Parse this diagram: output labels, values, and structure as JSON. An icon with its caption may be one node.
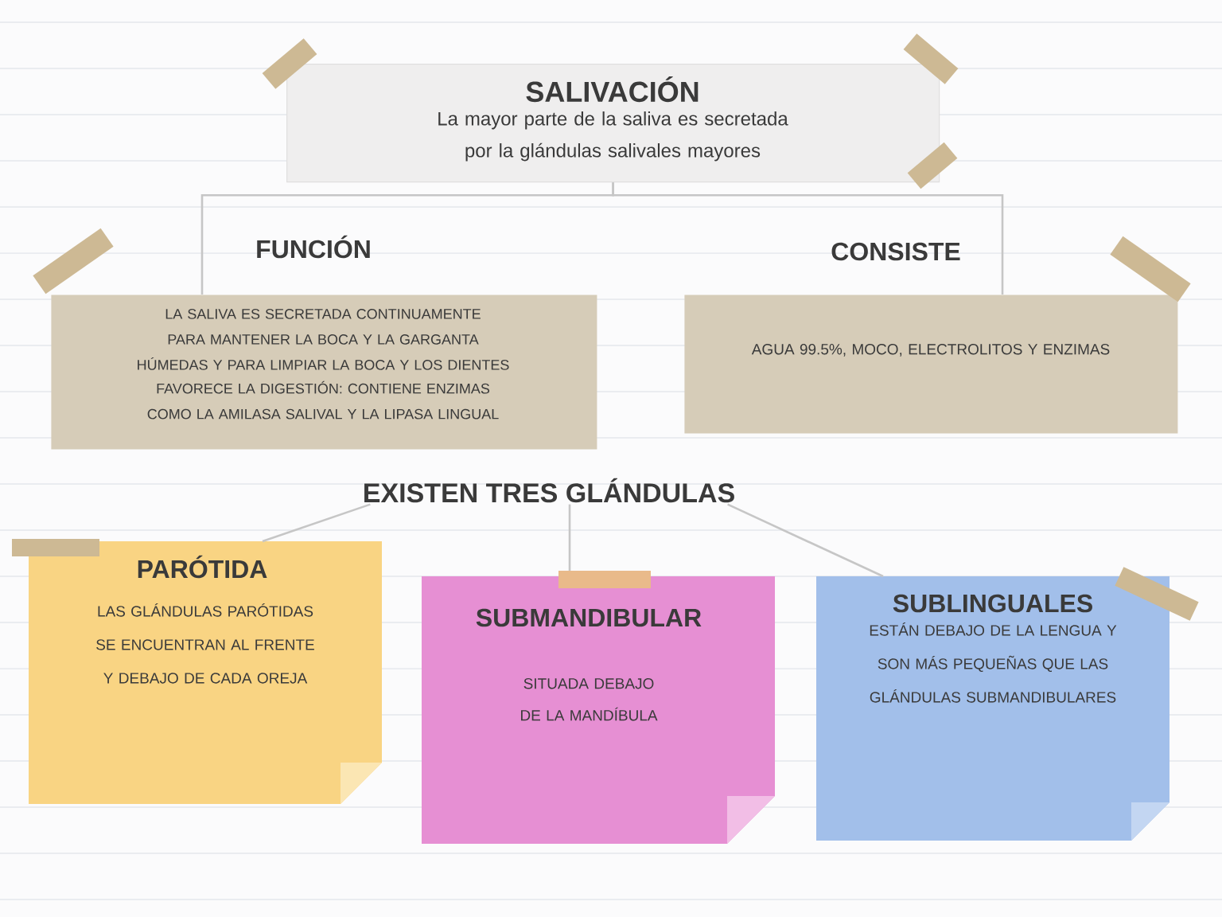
{
  "diagram": {
    "nodes": [
      {
        "text": [
          "SALIVACIÓN",
          "La mayor parte de la saliva es secretada por la glándulas salivales mayores"
        ]
      },
      {
        "text": [
          "FUNCIÓN",
          "LA SALIVA ES SECRETADA CONTINUAMENTE PARA MANTENER LA BOCA Y LA GARGANTA HÚMEDAS Y PARA LIMPIAR LA BOCA Y LOS DIENTES",
          "FAVORECE LA DIGESTIÓN: CONTIENE ENZIMAS COMO LA AMILASA SALIVAL Y LA LIPASA LINGUAL"
        ]
      },
      {
        "text": [
          "CONSISTE",
          "AGUA 99.5%, MOCO, ELECTROLITOS Y ENZIMAS"
        ]
      },
      {
        "text": [
          "EXISTEN TRES GLÁNDULAS"
        ]
      },
      {
        "text": [
          "PARÓTIDA",
          "LAS GLÁNDULAS PARÓTIDAS SE ENCUENTRAN AL FRENTE Y DEBAJO DE CADA OREJA"
        ]
      },
      {
        "text": [
          "SUBMANDIBULAR",
          "SITUADA DEBAJO DE LA MANDÍBULA"
        ]
      },
      {
        "text": [
          "SUBLINGUALES",
          "ESTÁN DEBAJO DE LA LENGUA Y SON MÁS PEQUEÑAS QUE LAS GLÁNDULAS SUBMANDIBULARES"
        ]
      }
    ],
    "edges": [
      {
        "from": 0,
        "to": 1,
        "arrow": "none"
      },
      {
        "from": 0,
        "to": 2,
        "arrow": "none"
      },
      {
        "from": 3,
        "to": 4,
        "arrow": "none"
      },
      {
        "from": 3,
        "to": 5,
        "arrow": "none"
      },
      {
        "from": 3,
        "to": 6,
        "arrow": "none"
      }
    ]
  }
}
